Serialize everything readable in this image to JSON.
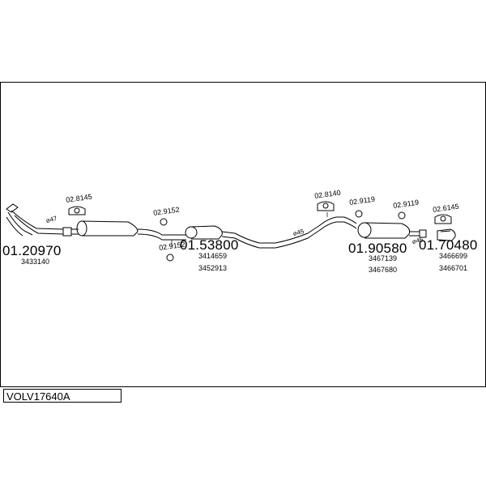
{
  "diagram": {
    "title": "VOLV17640A",
    "parts": [
      {
        "number": "01.20970",
        "refs": [
          "3433140"
        ]
      },
      {
        "number": "01.53800",
        "refs": [
          "3414659",
          "3452913"
        ]
      },
      {
        "number": "01.90580",
        "refs": [
          "3467139",
          "3467680"
        ]
      },
      {
        "number": "01.70480",
        "refs": [
          "3466699",
          "3466701"
        ]
      }
    ],
    "fittings": [
      "02.8145",
      "02.9152",
      "02.9152",
      "02.8140",
      "02.9119",
      "02.9119",
      "02.6145"
    ],
    "diameters": [
      "⌀47",
      "⌀45",
      "⌀46"
    ]
  },
  "colors": {
    "line": "#000000",
    "background": "#ffffff"
  }
}
